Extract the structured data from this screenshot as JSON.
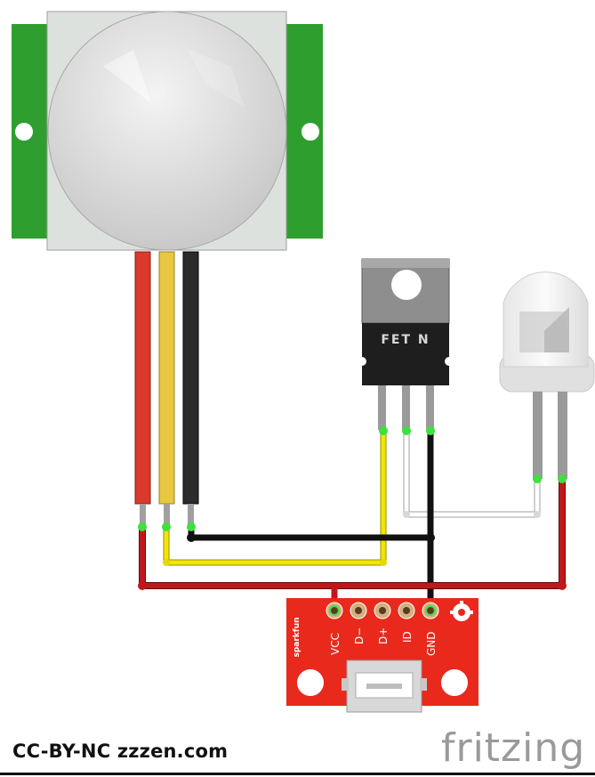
{
  "mosfet": {
    "label": "FET N"
  },
  "breakout": {
    "brand": "sparkfun",
    "pins": [
      "VCC",
      "D−",
      "D+",
      "ID",
      "GND"
    ]
  },
  "footer": {
    "license": "CC-BY-NC zzzen.com",
    "brand": "fritzing"
  },
  "colors": {
    "pcb_green": "#2e9e2e",
    "breakout_red": "#e8291c",
    "wire_red": "#c0181a",
    "wire_yellow": "#f2e600",
    "wire_black": "#111111",
    "wire_white": "#ffffff"
  }
}
